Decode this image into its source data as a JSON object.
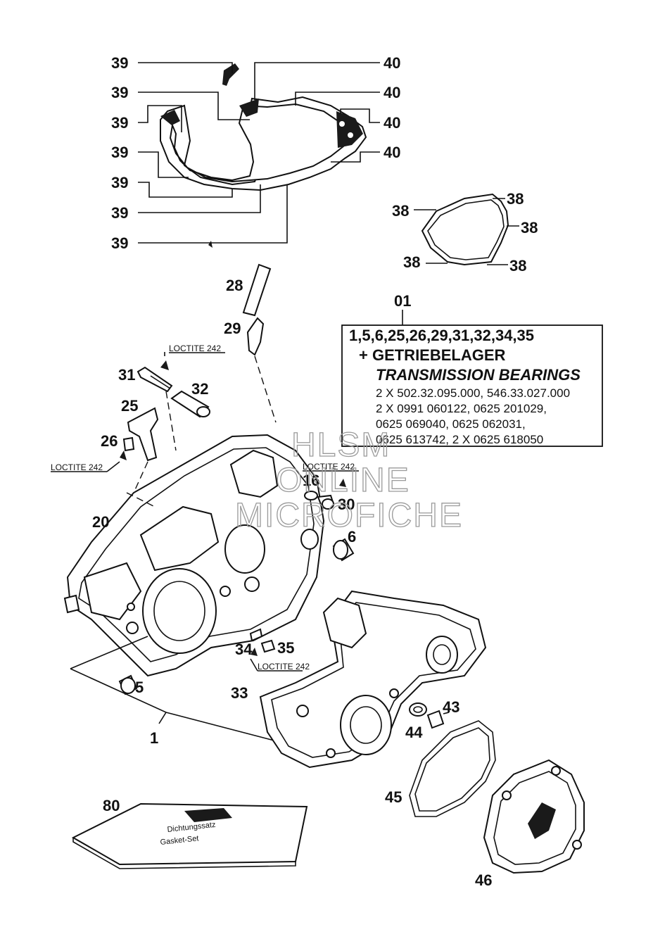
{
  "labels": {
    "g39a": "39",
    "g39b": "39",
    "g39c": "39",
    "g39d": "39",
    "g39e": "39",
    "g39f": "39",
    "g39g": "39",
    "g40a": "40",
    "g40b": "40",
    "g40c": "40",
    "g40d": "40",
    "g38a": "38",
    "g38b": "38",
    "g38c": "38",
    "g38d": "38",
    "g38e": "38",
    "p28": "28",
    "p29": "29",
    "p31": "31",
    "p32": "32",
    "p25": "25",
    "p26": "26",
    "p20": "20",
    "p16": "16",
    "p30": "30",
    "p6": "6",
    "p34": "34",
    "p35": "35",
    "p33": "33",
    "p5": "5",
    "p1": "1",
    "p43": "43",
    "p44": "44",
    "p45": "45",
    "p46": "46",
    "p80": "80",
    "p01": "01"
  },
  "loctite": {
    "a": "LOCTITE 242",
    "b": "LOCTITE 242",
    "c": "LOCTITE 242",
    "d": "LOCTITE 242"
  },
  "kit_box": {
    "line1": "1,5,6,25,26,29,31,32,34,35",
    "line2": "+ GETRIEBELAGER",
    "line3": "TRANSMISSION BEARINGS",
    "line4": "2 X 502.32.095.000, 546.33.027.000",
    "line5": "2 X 0991 060122, 0625 201029,",
    "line6": "0625 069040, 0625 062031,",
    "line7": "0625 613742, 2 X 0625 618050"
  },
  "watermark": {
    "line1": "HLSM",
    "line2": "ONLINE",
    "line3": "MICROFICHE"
  },
  "card": {
    "line1": "Dichtungssatz",
    "line2": "Gasket-Set"
  }
}
